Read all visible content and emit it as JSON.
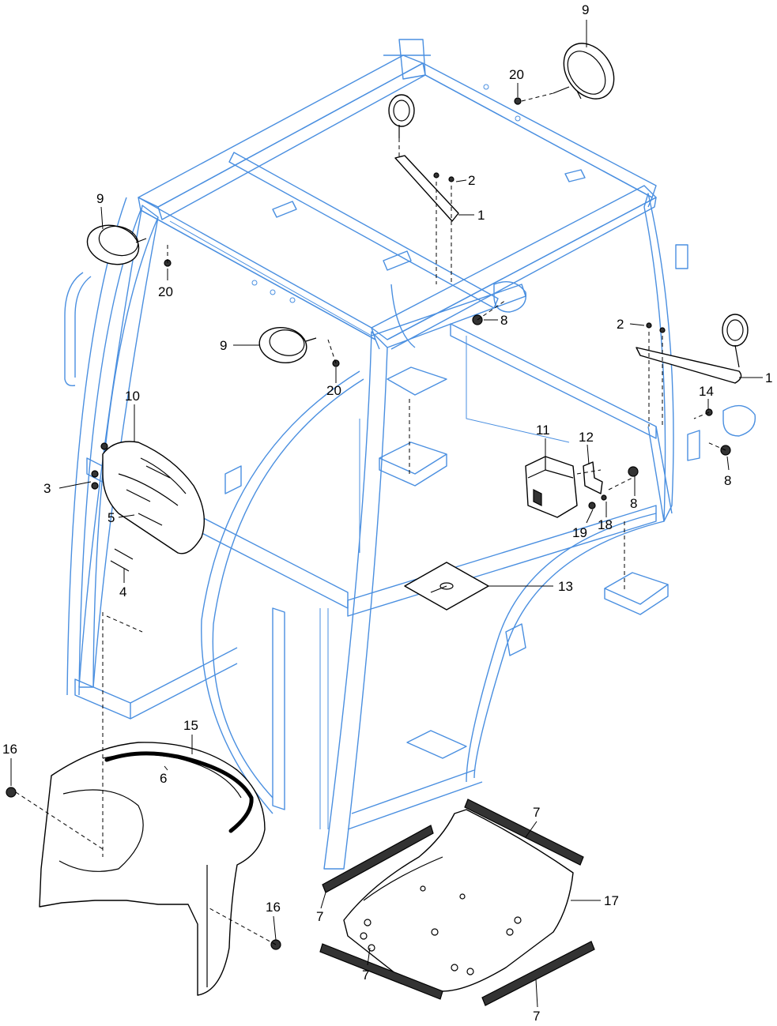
{
  "callouts": {
    "c1a": "1",
    "c1b": "1",
    "c2a": "2",
    "c2b": "2",
    "c3": "3",
    "c4": "4",
    "c5": "5",
    "c6": "6",
    "c7a": "7",
    "c7b": "7",
    "c7c": "7",
    "c7d": "7",
    "c8a": "8",
    "c8b": "8",
    "c8c": "8",
    "c9a": "9",
    "c9b": "9",
    "c9c": "9",
    "c10": "10",
    "c11": "11",
    "c12": "12",
    "c13": "13",
    "c14": "14",
    "c15": "15",
    "c16a": "16",
    "c16b": "16",
    "c17": "17",
    "c18": "18",
    "c19": "19",
    "c20a": "20",
    "c20b": "20",
    "c20c": "20"
  },
  "colors": {
    "frame": "#4a8fe0",
    "parts": "#000000"
  }
}
